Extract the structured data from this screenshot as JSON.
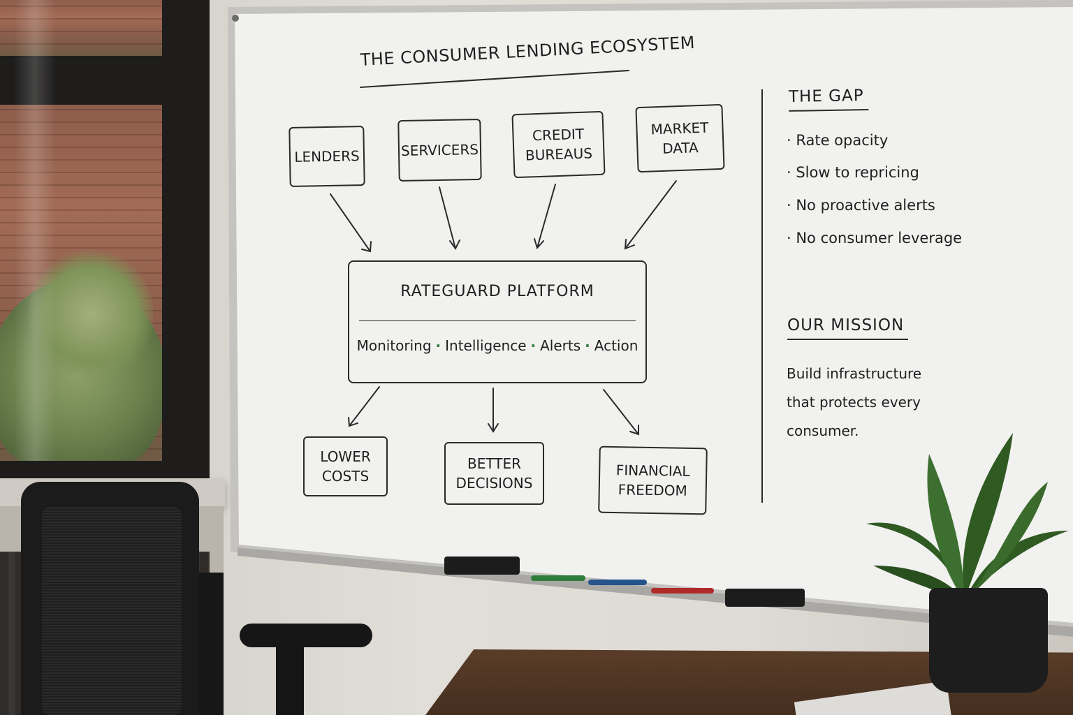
{
  "diagram": {
    "title": "THE CONSUMER LENDING ECOSYSTEM",
    "sources": [
      {
        "label": "LENDERS"
      },
      {
        "label": "SERVICERS"
      },
      {
        "label": "CREDIT\nBUREAUS"
      },
      {
        "label": "MARKET\nDATA"
      }
    ],
    "platform": {
      "title": "RATEGUARD  PLATFORM",
      "capabilities": [
        "Monitoring",
        "Intelligence",
        "Alerts",
        "Action"
      ],
      "separator": "·"
    },
    "outcomes": [
      {
        "label": "LOWER\nCOSTS"
      },
      {
        "label": "BETTER\nDECISIONS"
      },
      {
        "label": "FINANCIAL\nFREEDOM"
      }
    ]
  },
  "gap": {
    "heading": "THE GAP",
    "items": [
      "· Rate opacity",
      "· Slow to repricing",
      "· No proactive alerts",
      "· No consumer leverage"
    ]
  },
  "mission": {
    "heading": "OUR MISSION",
    "text": "Build infrastructure that protects every consumer."
  },
  "colors": {
    "ink": "#1f1f1f",
    "separator_green": "#2f7d3b",
    "board": "#f2f2f0"
  }
}
